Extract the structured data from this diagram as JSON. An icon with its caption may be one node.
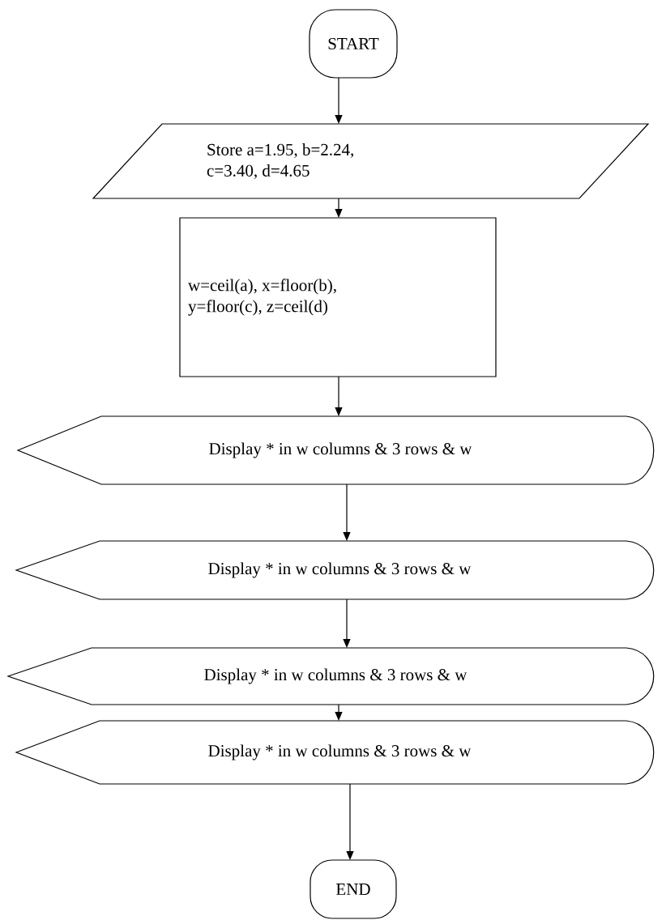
{
  "diagram": {
    "nodes": [
      {
        "text": [
          "START"
        ]
      },
      {
        "text": [
          "Store a=1.95, b=2.24, c=3.40, d=4.65"
        ]
      },
      {
        "text": [
          "w=ceil(a), x=floor(b), y=floor(c), z=ceil(d)"
        ]
      },
      {
        "text": [
          "Display * in w columns & 3 rows & w"
        ]
      },
      {
        "text": [
          "Display * in w columns & 3 rows & w"
        ]
      },
      {
        "text": [
          "Display * in w columns & 3 rows & w"
        ]
      },
      {
        "text": [
          "Display * in w columns & 3 rows & w"
        ]
      },
      {
        "text": [
          "END"
        ]
      }
    ],
    "edges": [
      {
        "from": 0,
        "to": 1,
        "arrow": "to"
      },
      {
        "from": 1,
        "to": 2,
        "arrow": "to"
      },
      {
        "from": 2,
        "to": 3,
        "arrow": "to"
      },
      {
        "from": 3,
        "to": 4,
        "arrow": "to"
      },
      {
        "from": 4,
        "to": 5,
        "arrow": "to"
      },
      {
        "from": 5,
        "to": 6,
        "arrow": "to"
      },
      {
        "from": 6,
        "to": 7,
        "arrow": "to"
      }
    ]
  }
}
